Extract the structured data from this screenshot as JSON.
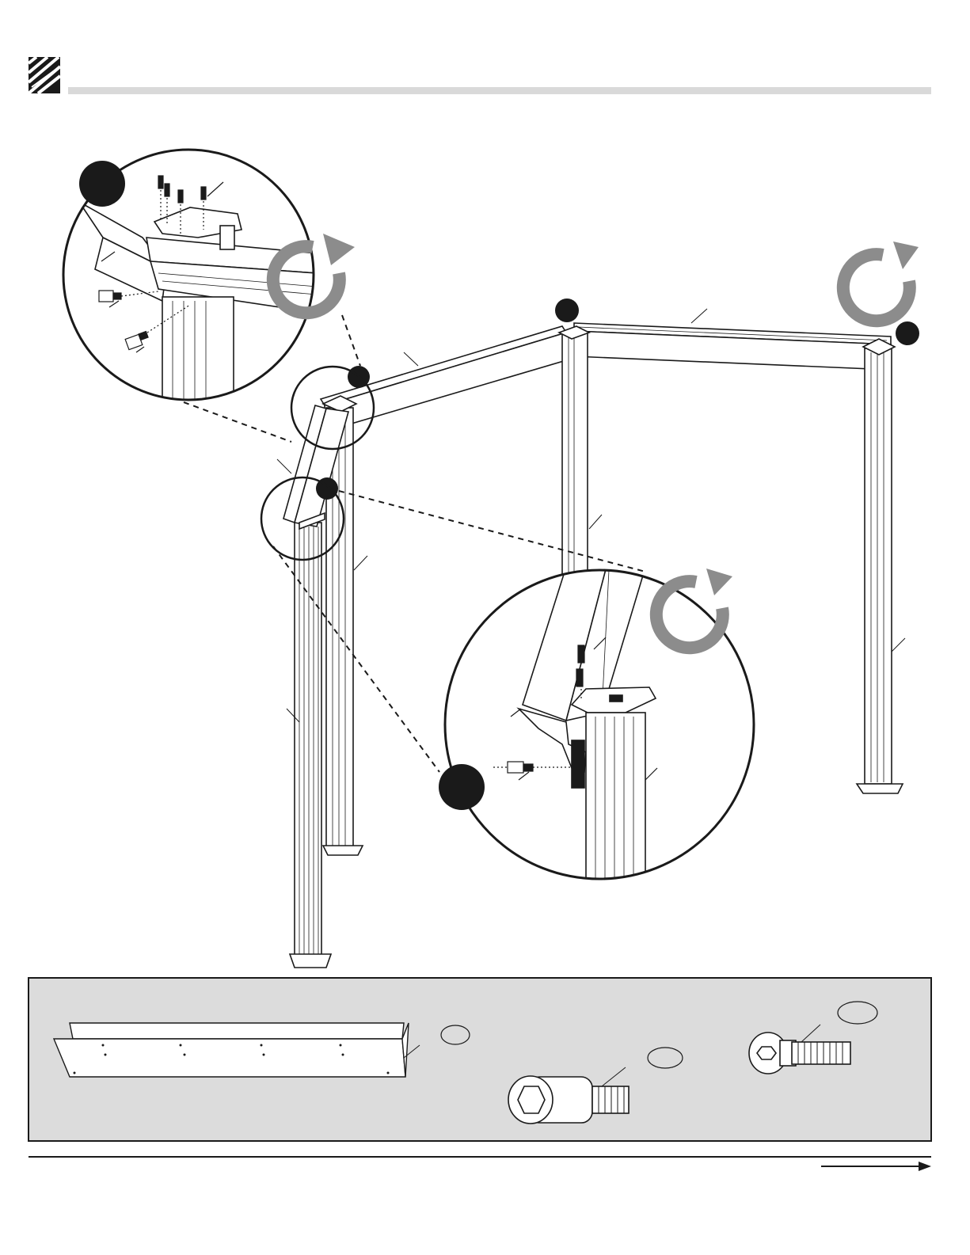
{
  "document": {
    "kind": "assembly-instruction-page",
    "text": []
  },
  "colors": {
    "ink": "#1a1a1a",
    "header_bar": "#d9d9d9",
    "parts_panel": "#dcdcdc",
    "rotate_arrow": "#8c8c8c",
    "bottom_rule": "#1a1a1a"
  },
  "icons": {
    "brand_logo": "brand-logo-icon",
    "rotate": "rotate-clockwise-icon",
    "next_page": "next-page-arrow-icon"
  },
  "parts": [
    "side-beam",
    "shoulder-bolt",
    "button-head-screw"
  ]
}
